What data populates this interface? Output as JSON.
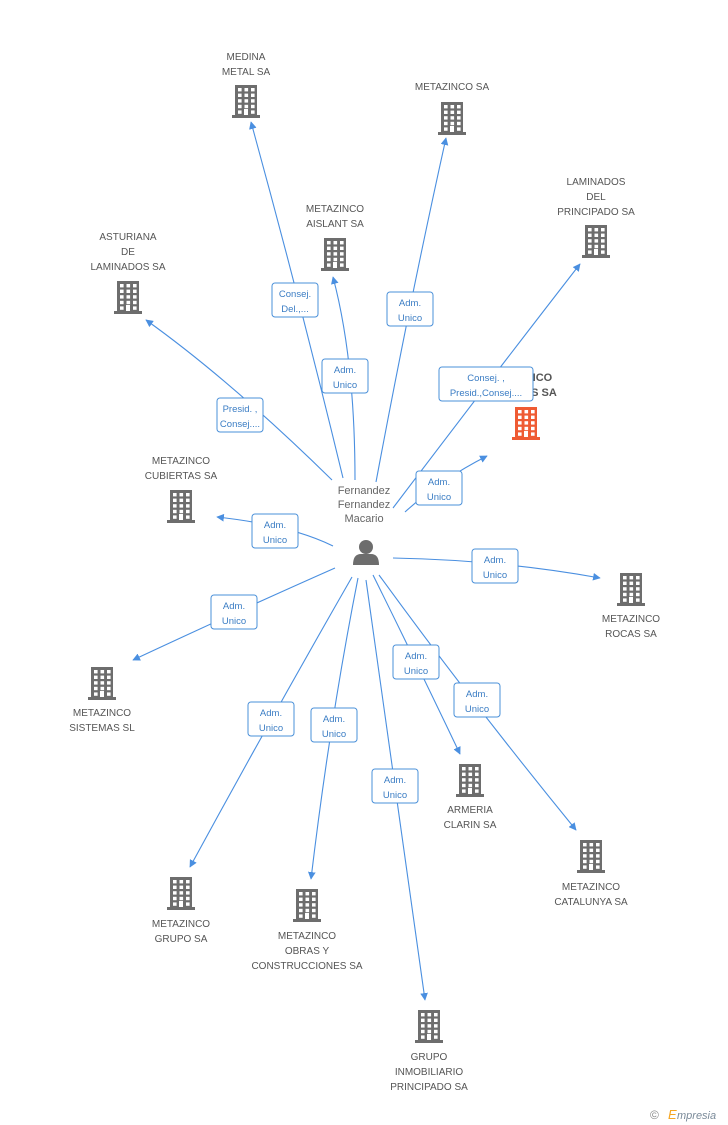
{
  "colors": {
    "edge": "#4a8fe0",
    "building": "#6d6d6d",
    "building_highlight": "#ef5b33",
    "person": "#6d6d6d",
    "label_text": "#3b7dc4",
    "footer_accent": "#f5a623"
  },
  "person": {
    "lines": [
      "Fernandez",
      "Fernandez",
      "Macario"
    ],
    "icon": "person-icon"
  },
  "companies": [
    {
      "id": "medina",
      "lines": [
        "MEDINA",
        "METAL SA"
      ]
    },
    {
      "id": "metazinco",
      "lines": [
        "METAZINCO SA"
      ]
    },
    {
      "id": "laminados-principado",
      "lines": [
        "LAMINADOS",
        "DEL",
        "PRINCIPADO SA"
      ]
    },
    {
      "id": "aislant",
      "lines": [
        "METAZINCO",
        "AISLANT SA"
      ]
    },
    {
      "id": "asturiana",
      "lines": [
        "ASTURIANA",
        "DE",
        "LAMINADOS SA"
      ]
    },
    {
      "id": "highlight",
      "lines": [
        "NCO",
        "AS SA"
      ],
      "highlight": true
    },
    {
      "id": "cubiertas",
      "lines": [
        "METAZINCO",
        "CUBIERTAS SA"
      ]
    },
    {
      "id": "rocas",
      "lines": [
        "METAZINCO",
        "ROCAS SA"
      ]
    },
    {
      "id": "sistemas",
      "lines": [
        "METAZINCO",
        "SISTEMAS SL"
      ]
    },
    {
      "id": "armeria",
      "lines": [
        "ARMERIA",
        "CLARIN SA"
      ]
    },
    {
      "id": "catalunya",
      "lines": [
        "METAZINCO",
        "CATALUNYA SA"
      ]
    },
    {
      "id": "grupo",
      "lines": [
        "METAZINCO",
        "GRUPO SA"
      ]
    },
    {
      "id": "obras",
      "lines": [
        "METAZINCO",
        "OBRAS Y",
        "CONSTRUCCIONES SA"
      ]
    },
    {
      "id": "inmobiliario",
      "lines": [
        "GRUPO",
        "INMOBILIARIO",
        "PRINCIPADO SA"
      ]
    }
  ],
  "relations": [
    {
      "target": "medina",
      "label": [
        "Consej.",
        "Del.,..."
      ]
    },
    {
      "target": "metazinco",
      "label": [
        "Adm.",
        "Unico"
      ]
    },
    {
      "target": "laminados-principado",
      "label": [
        "Consej. ,",
        "Presid.,Consej...."
      ]
    },
    {
      "target": "aislant",
      "label": [
        "Adm.",
        "Unico"
      ]
    },
    {
      "target": "asturiana",
      "label": [
        "Presid. ,",
        "Consej...."
      ]
    },
    {
      "target": "highlight",
      "label": [
        "Adm.",
        "Unico"
      ]
    },
    {
      "target": "cubiertas",
      "label": [
        "Adm.",
        "Unico"
      ]
    },
    {
      "target": "rocas",
      "label": [
        "Adm.",
        "Unico"
      ]
    },
    {
      "target": "sistemas",
      "label": [
        "Adm.",
        "Unico"
      ]
    },
    {
      "target": "armeria",
      "label": [
        "Adm.",
        "Unico"
      ]
    },
    {
      "target": "catalunya",
      "label": [
        "Adm.",
        "Unico"
      ]
    },
    {
      "target": "grupo",
      "label": [
        "Adm.",
        "Unico"
      ]
    },
    {
      "target": "obras",
      "label": [
        "Adm.",
        "Unico"
      ]
    },
    {
      "target": "inmobiliario",
      "label": [
        "Adm.",
        "Unico"
      ]
    }
  ],
  "footer": {
    "copyright_symbol": "©",
    "brand_initial": "E",
    "brand_rest": "mpresia"
  }
}
